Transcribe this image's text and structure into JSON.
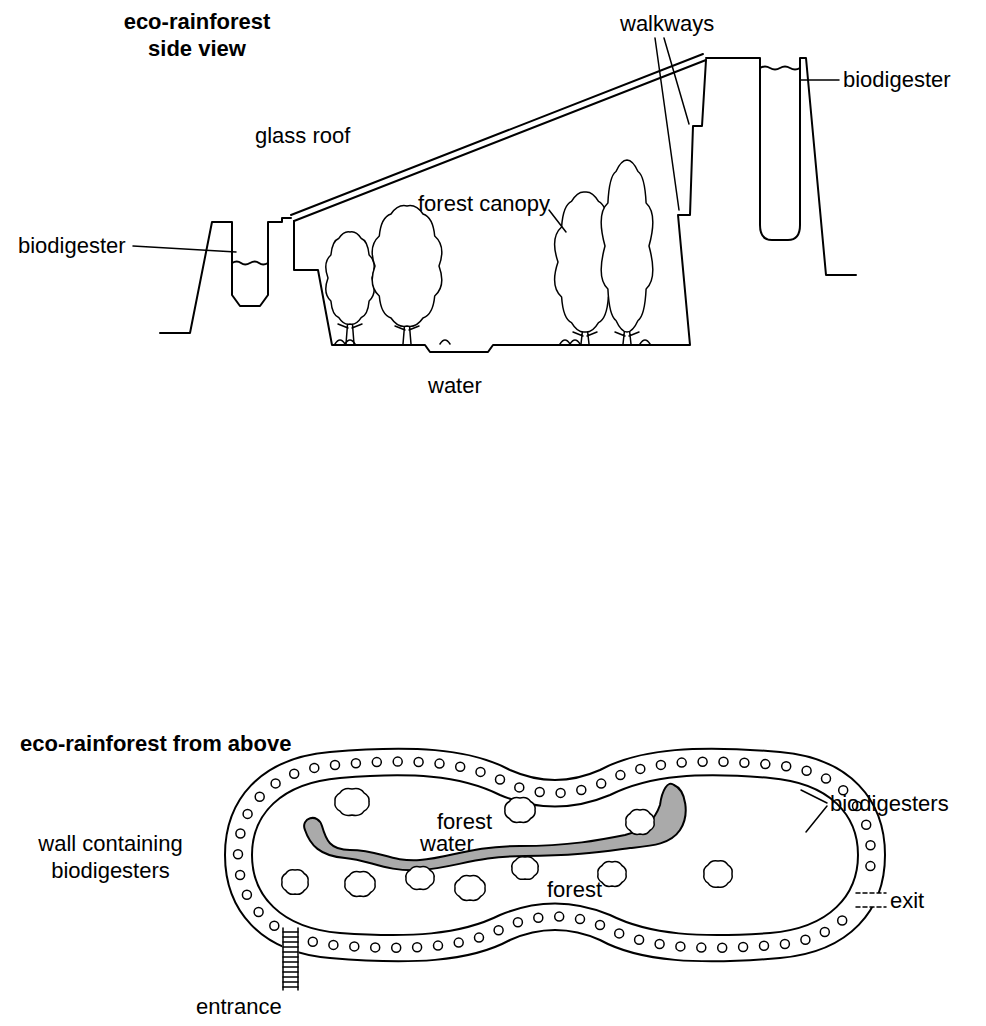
{
  "diagram": {
    "labels": [
      "eco-rainforest side view",
      "walkways",
      "glass roof",
      "biodigester",
      "forest canopy",
      "biodigester",
      "water",
      "eco-rainforest from above",
      "biodigesters",
      "wall containing biodigesters",
      "forest",
      "water",
      "forest",
      "exit",
      "entrance"
    ]
  }
}
